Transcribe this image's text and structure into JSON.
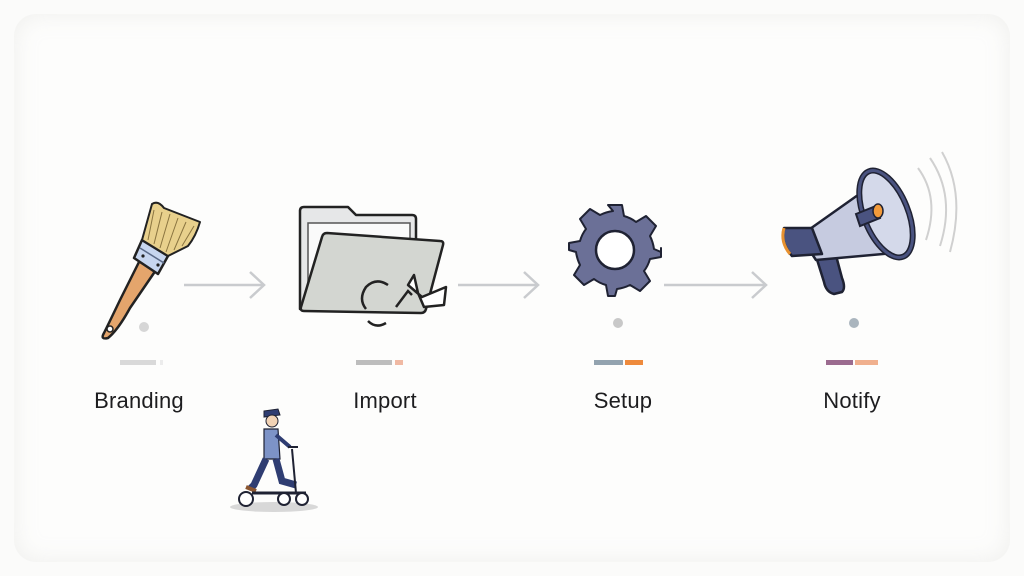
{
  "diagram": {
    "type": "process-flow",
    "steps": [
      {
        "label": "Branding",
        "icon": "paintbrush-icon",
        "dot_color": "#d6d6d6",
        "progress": [
          {
            "color": "#d9d9d9",
            "width": 36
          },
          {
            "color": "#ececec",
            "width": 3
          }
        ]
      },
      {
        "label": "Import",
        "icon": "folder-import-icon",
        "dot_color": "",
        "progress": [
          {
            "color": "#bdbdbd",
            "width": 36
          },
          {
            "color": "#f0b9a3",
            "width": 8
          }
        ]
      },
      {
        "label": "Setup",
        "icon": "gear-icon",
        "dot_color": "#c8c8c8",
        "progress": [
          {
            "color": "#93a3af",
            "width": 29
          },
          {
            "color": "#ee8a3c",
            "width": 18
          }
        ]
      },
      {
        "label": "Notify",
        "icon": "megaphone-icon",
        "dot_color": "#aab5be",
        "progress": [
          {
            "color": "#9b6b8f",
            "width": 27
          },
          {
            "color": "#f0b08e",
            "width": 23
          }
        ]
      }
    ],
    "connectors": [
      "arrow-right",
      "arrow-right",
      "arrow-right"
    ],
    "decoration": {
      "icon": "person-on-knee-scooter-icon"
    }
  }
}
